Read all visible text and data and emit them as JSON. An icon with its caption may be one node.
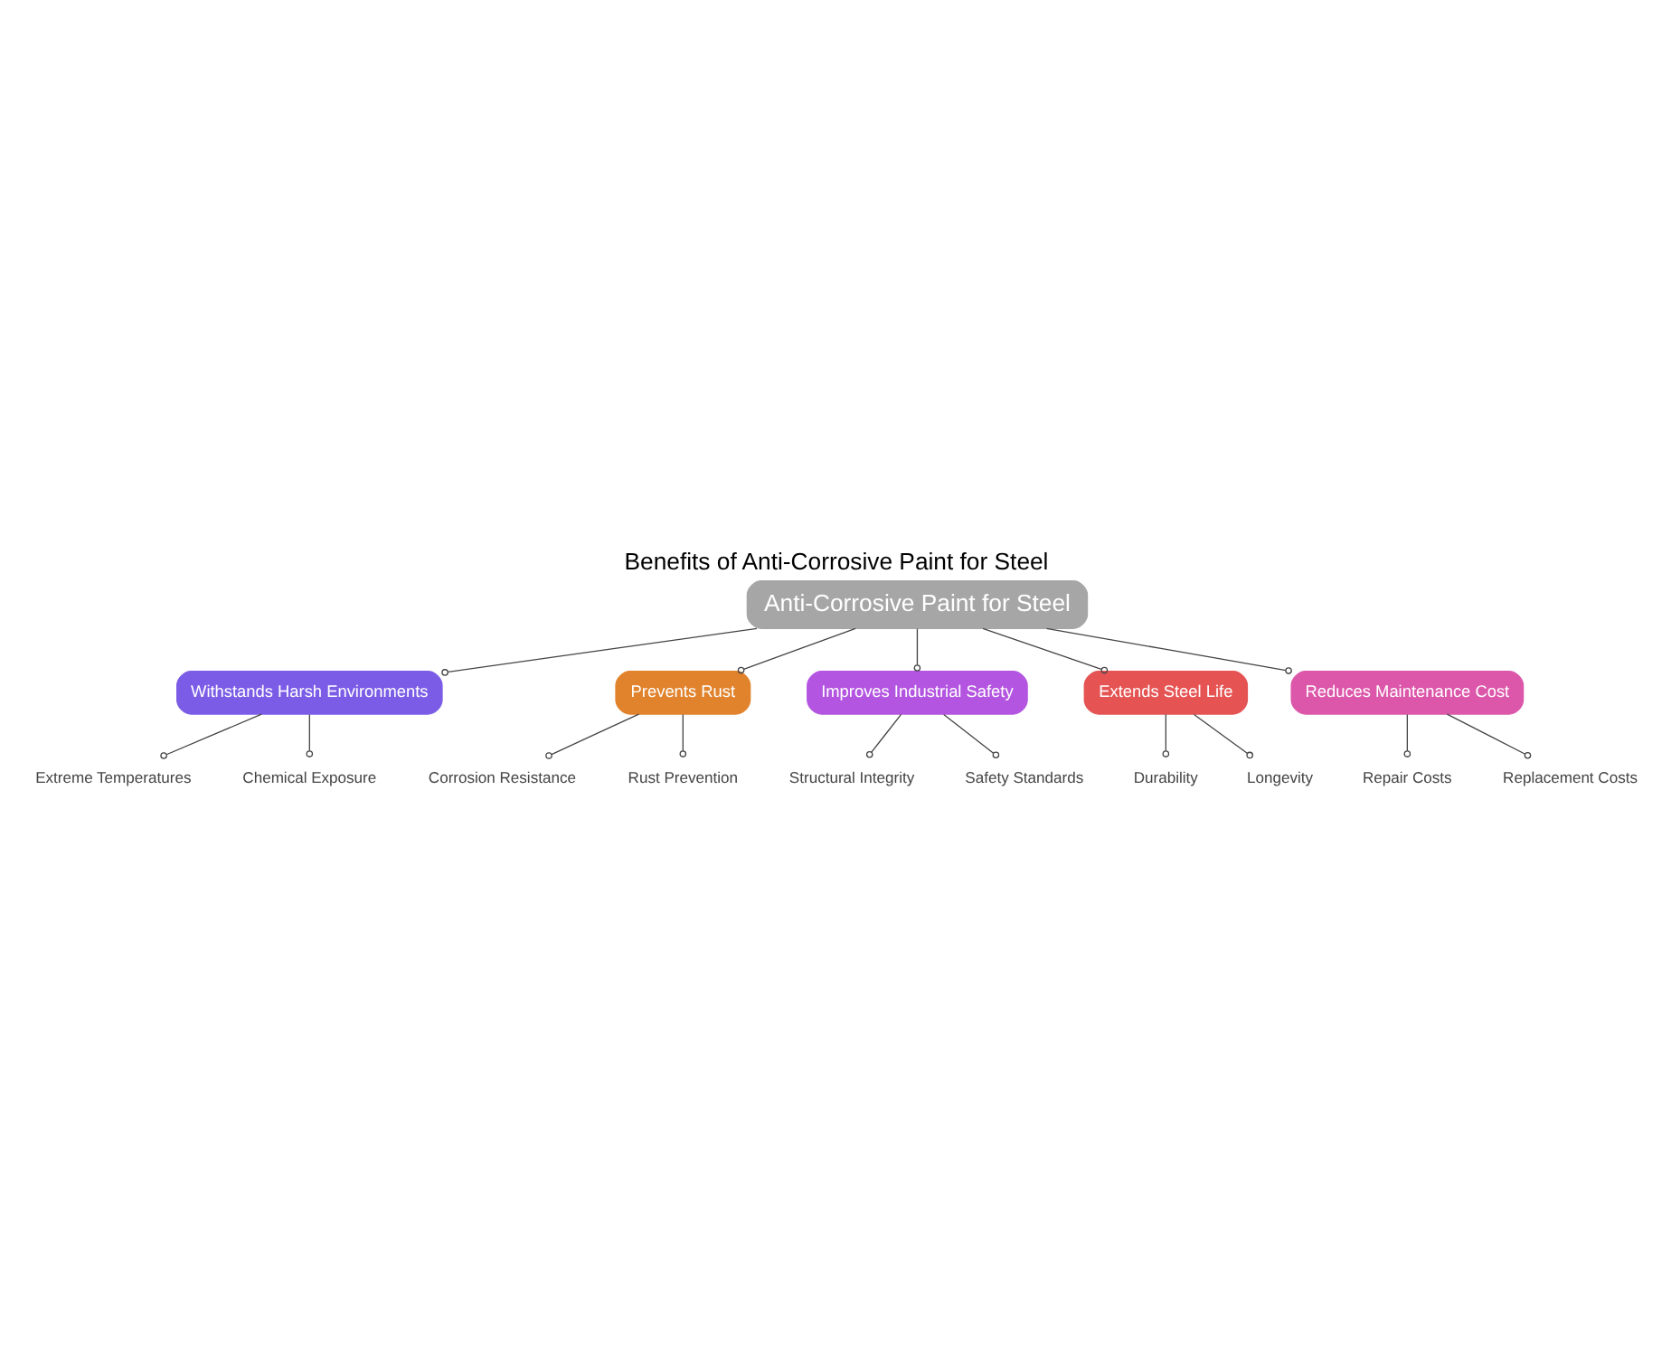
{
  "diagram": {
    "title": "Benefits of Anti-Corrosive Paint for Steel",
    "nodes": [
      {
        "text": [
          "Anti-Corrosive Paint for Steel"
        ]
      },
      {
        "text": [
          "Withstands Harsh Environments"
        ]
      },
      {
        "text": [
          "Extreme Temperatures"
        ]
      },
      {
        "text": [
          "Chemical Exposure"
        ]
      },
      {
        "text": [
          "Prevents Rust"
        ]
      },
      {
        "text": [
          "Corrosion Resistance"
        ]
      },
      {
        "text": [
          "Rust Prevention"
        ]
      },
      {
        "text": [
          "Improves Industrial Safety"
        ]
      },
      {
        "text": [
          "Structural Integrity"
        ]
      },
      {
        "text": [
          "Safety Standards"
        ]
      },
      {
        "text": [
          "Extends Steel Life"
        ]
      },
      {
        "text": [
          "Durability"
        ]
      },
      {
        "text": [
          "Longevity"
        ]
      },
      {
        "text": [
          "Reduces Maintenance Cost"
        ]
      },
      {
        "text": [
          "Repair Costs"
        ]
      },
      {
        "text": [
          "Replacement Costs"
        ]
      }
    ],
    "edges": [
      {
        "from": 0,
        "to": 1,
        "arrow": "other"
      },
      {
        "from": 1,
        "to": 2,
        "arrow": "other"
      },
      {
        "from": 1,
        "to": 3,
        "arrow": "other"
      },
      {
        "from": 0,
        "to": 4,
        "arrow": "other"
      },
      {
        "from": 4,
        "to": 5,
        "arrow": "other"
      },
      {
        "from": 4,
        "to": 6,
        "arrow": "other"
      },
      {
        "from": 0,
        "to": 7,
        "arrow": "other"
      },
      {
        "from": 7,
        "to": 8,
        "arrow": "other"
      },
      {
        "from": 7,
        "to": 9,
        "arrow": "other"
      },
      {
        "from": 0,
        "to": 10,
        "arrow": "other"
      },
      {
        "from": 10,
        "to": 11,
        "arrow": "other"
      },
      {
        "from": 10,
        "to": 12,
        "arrow": "other"
      },
      {
        "from": 0,
        "to": 13,
        "arrow": "other"
      },
      {
        "from": 13,
        "to": 14,
        "arrow": "other"
      },
      {
        "from": 13,
        "to": 15,
        "arrow": "other"
      }
    ]
  }
}
